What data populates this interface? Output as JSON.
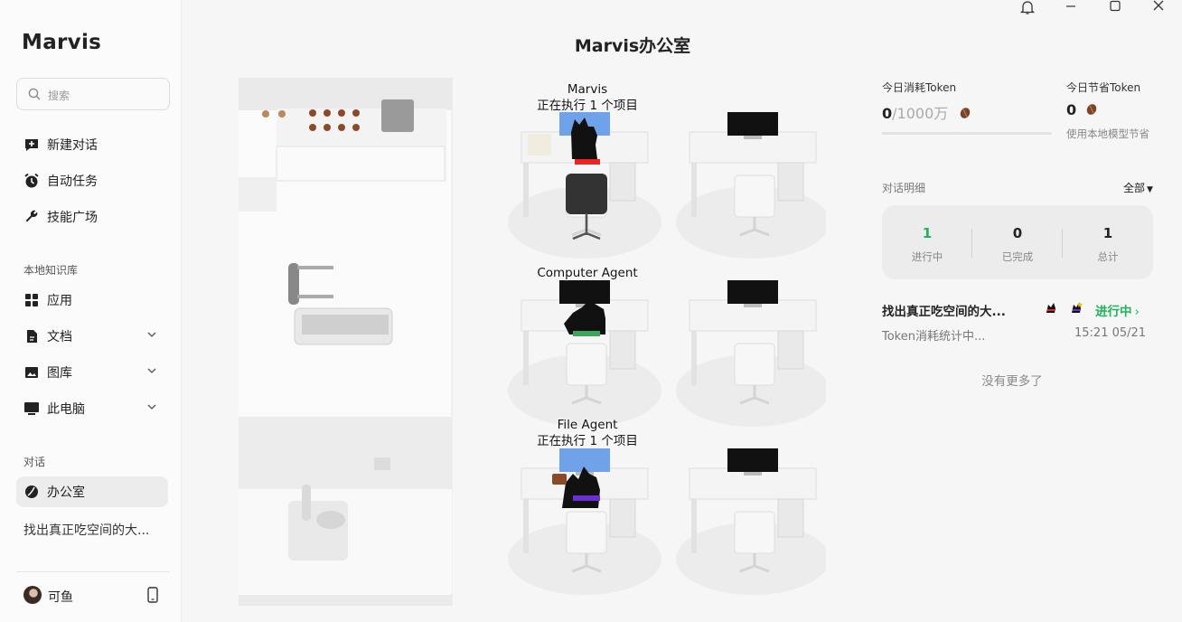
{
  "sidebar": {
    "brand": "Marvis",
    "search_placeholder": "搜索",
    "nav": [
      {
        "label": "新建对话",
        "icon": "new-chat-icon"
      },
      {
        "label": "自动任务",
        "icon": "alarm-clock-icon"
      },
      {
        "label": "技能广场",
        "icon": "wrench-icon"
      }
    ],
    "kb_heading": "本地知识库",
    "kb": [
      {
        "label": "应用",
        "icon": "apps-grid-icon"
      },
      {
        "label": "文档",
        "icon": "document-icon"
      },
      {
        "label": "图库",
        "icon": "image-icon"
      },
      {
        "label": "此电脑",
        "icon": "monitor-icon"
      }
    ],
    "conv_heading": "对话",
    "office_label": "办公室",
    "conversation": "找出真正吃空间的大...",
    "user": "可鱼"
  },
  "window_controls": [
    "bell-icon",
    "minimize-icon",
    "maximize-icon",
    "close-icon"
  ],
  "main": {
    "title": "Marvis办公室",
    "agents": [
      {
        "name": "Marvis",
        "status": "正在执行 1 个项目"
      },
      {
        "name": "Computer Agent",
        "status": ""
      },
      {
        "name": "File Agent",
        "status": "正在执行 1 个项目"
      }
    ]
  },
  "panel": {
    "today_used_label": "今日消耗Token",
    "today_used_value": "0",
    "today_used_limit": "/1000万",
    "today_saved_label": "今日节省Token",
    "today_saved_value": "0",
    "saved_note": "使用本地模型节省",
    "detail_heading": "对话明细",
    "filter": "全部",
    "counts": [
      {
        "value": "1",
        "label": "进行中"
      },
      {
        "value": "0",
        "label": "已完成"
      },
      {
        "value": "1",
        "label": "总计"
      }
    ],
    "task": {
      "title": "找出真正吃空间的大...",
      "status": "进行中",
      "subtitle": "Token消耗统计中...",
      "time": "15:21 05/21"
    },
    "no_more": "没有更多了"
  },
  "colors": {
    "accent_green": "#1cb35a",
    "coffee": "#7a4428"
  }
}
